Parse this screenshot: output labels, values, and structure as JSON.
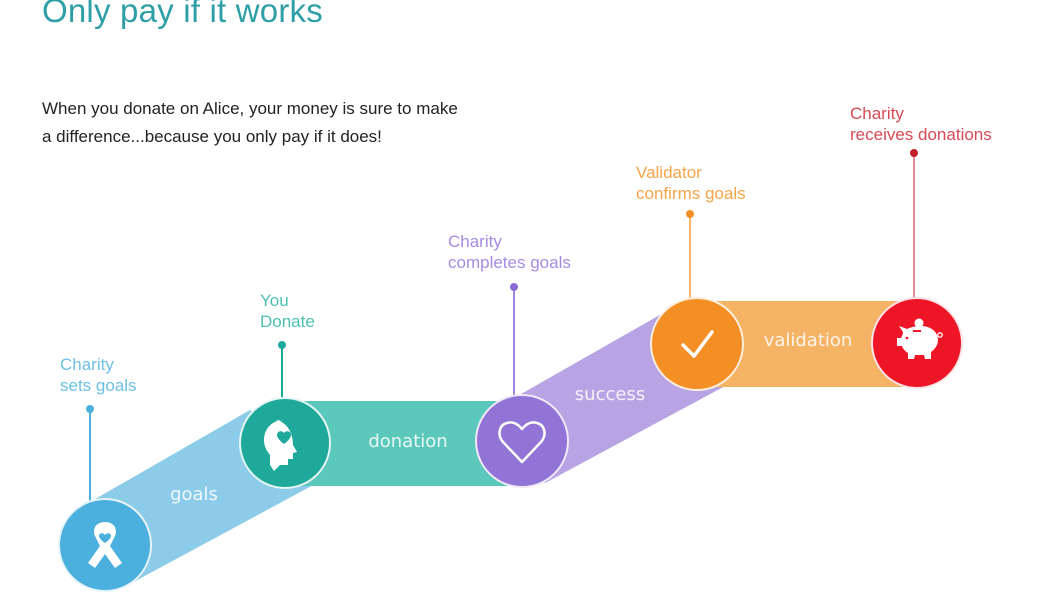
{
  "header": {
    "title": "Only pay if it works",
    "intro_line1": "When you donate on Alice, your money is sure to make",
    "intro_line2": "a difference...because you only pay if it does!"
  },
  "steps": [
    {
      "label_line1": "Charity",
      "label_line2": "sets goals",
      "icon": "awareness-ribbon-icon",
      "color": "#4bb0dd",
      "label_color": "#6cc0e6"
    },
    {
      "label_line1": "You",
      "label_line2": "Donate",
      "icon": "head-heart-icon",
      "color": "#1fa99a",
      "label_color": "#4cc0b1"
    },
    {
      "label_line1": "Charity",
      "label_line2": "completes goals",
      "icon": "heart-outline-icon",
      "color": "#9273d6",
      "label_color": "#a68ce0"
    },
    {
      "label_line1": "Validator",
      "label_line2": "confirms goals",
      "icon": "checkmark-icon",
      "color": "#f48f25",
      "label_color": "#f5a447"
    },
    {
      "label_line1": "Charity",
      "label_line2": "receives donations",
      "icon": "piggy-bank-icon",
      "color": "#ee1526",
      "label_color": "#d64a55"
    }
  ],
  "bands": [
    {
      "label": "goals",
      "color": "#8ccce9"
    },
    {
      "label": "donation",
      "color": "#5cc8bb"
    },
    {
      "label": "success",
      "color": "#b8a4e4"
    },
    {
      "label": "validation",
      "color": "#f5b365"
    }
  ]
}
